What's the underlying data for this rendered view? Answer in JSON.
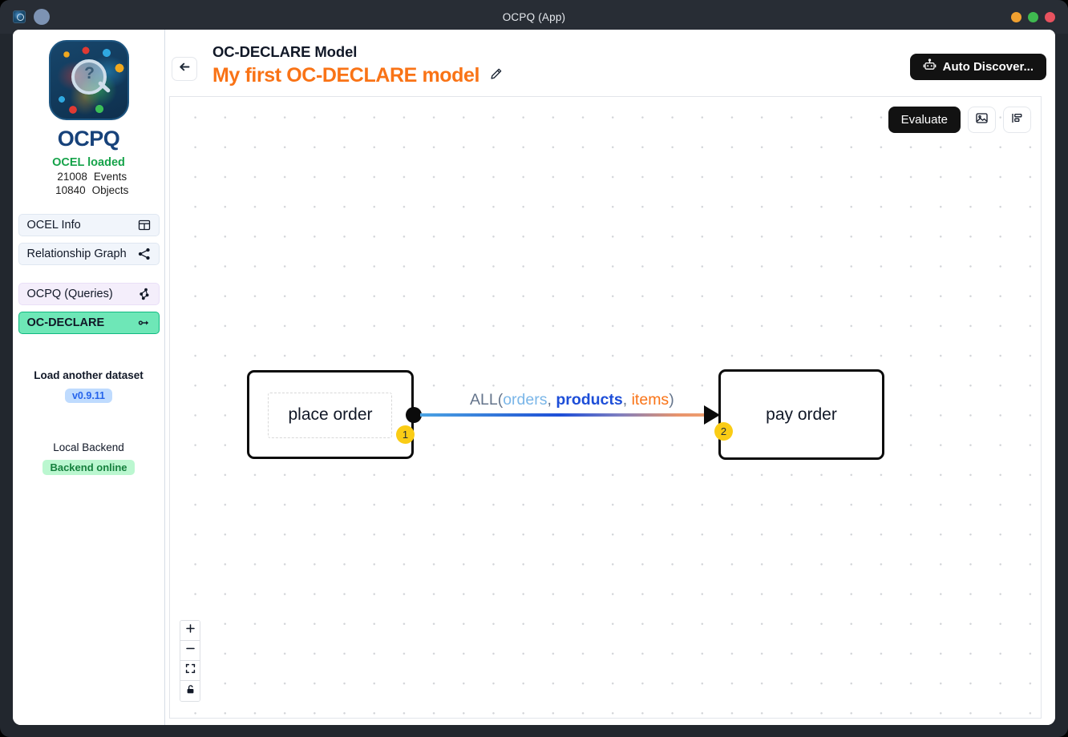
{
  "titlebar": {
    "title": "OCPQ (App)",
    "app_icon": "app-icon",
    "dots": [
      "#f0a030",
      "#3fb950",
      "#e8525f"
    ]
  },
  "sidebar": {
    "logo_icon": "ocpq-logo-icon",
    "logo_glyph": "?",
    "brand": "OCPQ",
    "status": "OCEL loaded",
    "stats": [
      {
        "value": "21008",
        "label": "Events"
      },
      {
        "value": "10840",
        "label": "Objects"
      }
    ],
    "nav": [
      {
        "label": "OCEL Info",
        "icon": "table-icon",
        "active": false,
        "variant": "blue"
      },
      {
        "label": "Relationship Graph",
        "icon": "graph-icon",
        "active": false,
        "variant": "blue"
      },
      {
        "label": "OCPQ (Queries)",
        "icon": "hierarchy-icon",
        "active": false,
        "variant": "purple"
      },
      {
        "label": "OC-DECLARE",
        "icon": "flow-icon",
        "active": true,
        "variant": "green"
      }
    ],
    "load_another": "Load another dataset",
    "version": "v0.9.11",
    "backend_label": "Local Backend",
    "backend_status": "Backend online"
  },
  "header": {
    "back_icon": "arrow-left-icon",
    "subtitle": "OC-DECLARE Model",
    "model_name": "My first OC-DECLARE model",
    "edit_icon": "pencil-icon",
    "auto_discover_label": "Auto Discover...",
    "auto_discover_icon": "robot-icon"
  },
  "canvas": {
    "evaluate_label": "Evaluate",
    "export_image_icon": "image-icon",
    "layout_icon": "align-layout-icon",
    "zoom_in_icon": "plus-icon",
    "zoom_out_icon": "minus-icon",
    "fit_view_icon": "fit-view-icon",
    "lock_icon": "unlock-icon",
    "nodes": [
      {
        "label": "place order",
        "badge": "1"
      },
      {
        "label": "pay order",
        "badge": "2"
      }
    ],
    "edge": {
      "quantifier": "ALL",
      "open_paren": "(",
      "close_paren": ")",
      "object_types": [
        "orders",
        "products",
        "items"
      ],
      "separator": ", ",
      "colors": {
        "orders": "#7ab6e8",
        "products": "#1d4ed8",
        "items": "#f97316"
      }
    }
  }
}
